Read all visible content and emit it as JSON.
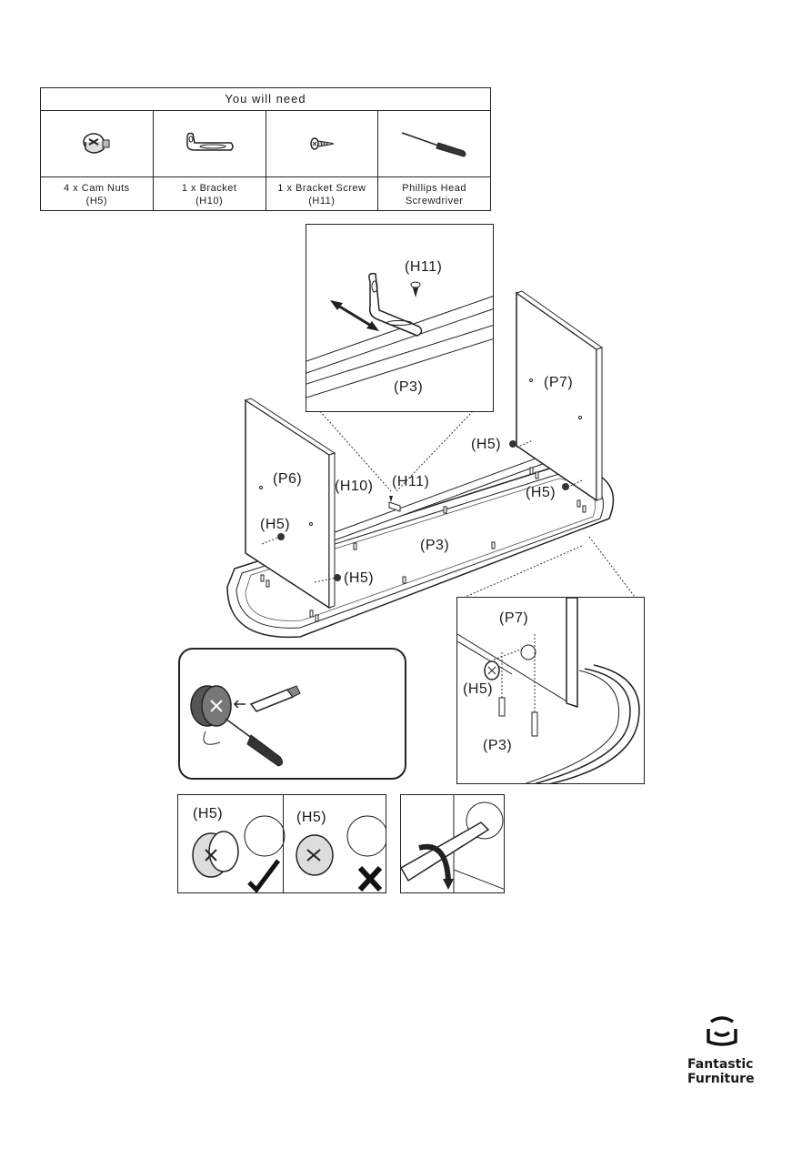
{
  "parts": {
    "header": "You will need",
    "items": [
      {
        "qty": "4 x Cam Nuts",
        "code": "(H5)",
        "icon": "cam-nut-icon"
      },
      {
        "qty": "1 x Bracket",
        "code": "(H10)",
        "icon": "bracket-icon"
      },
      {
        "qty": "1 x Bracket  Screw",
        "code": "(H11)",
        "icon": "screw-icon"
      },
      {
        "qty": "Phillips Head",
        "code": "Screwdriver",
        "icon": "screwdriver-icon"
      }
    ]
  },
  "detail_top": {
    "screw": "(H11)",
    "panel": "(P3)"
  },
  "main": {
    "p7": "(P7)",
    "p6": "(P6)",
    "p3": "(P3)",
    "h10": "(H10)",
    "h11": "(H11)",
    "h5_a": "(H5)",
    "h5_b": "(H5)",
    "h5_c": "(H5)",
    "h5_d": "(H5)"
  },
  "detail_right": {
    "p7": "(P7)",
    "h5": "(H5)",
    "p3": "(P3)"
  },
  "check": {
    "good": "(H5)",
    "bad": "(H5)"
  },
  "brand": {
    "line1": "Fantastic",
    "line2": "Furniture"
  }
}
